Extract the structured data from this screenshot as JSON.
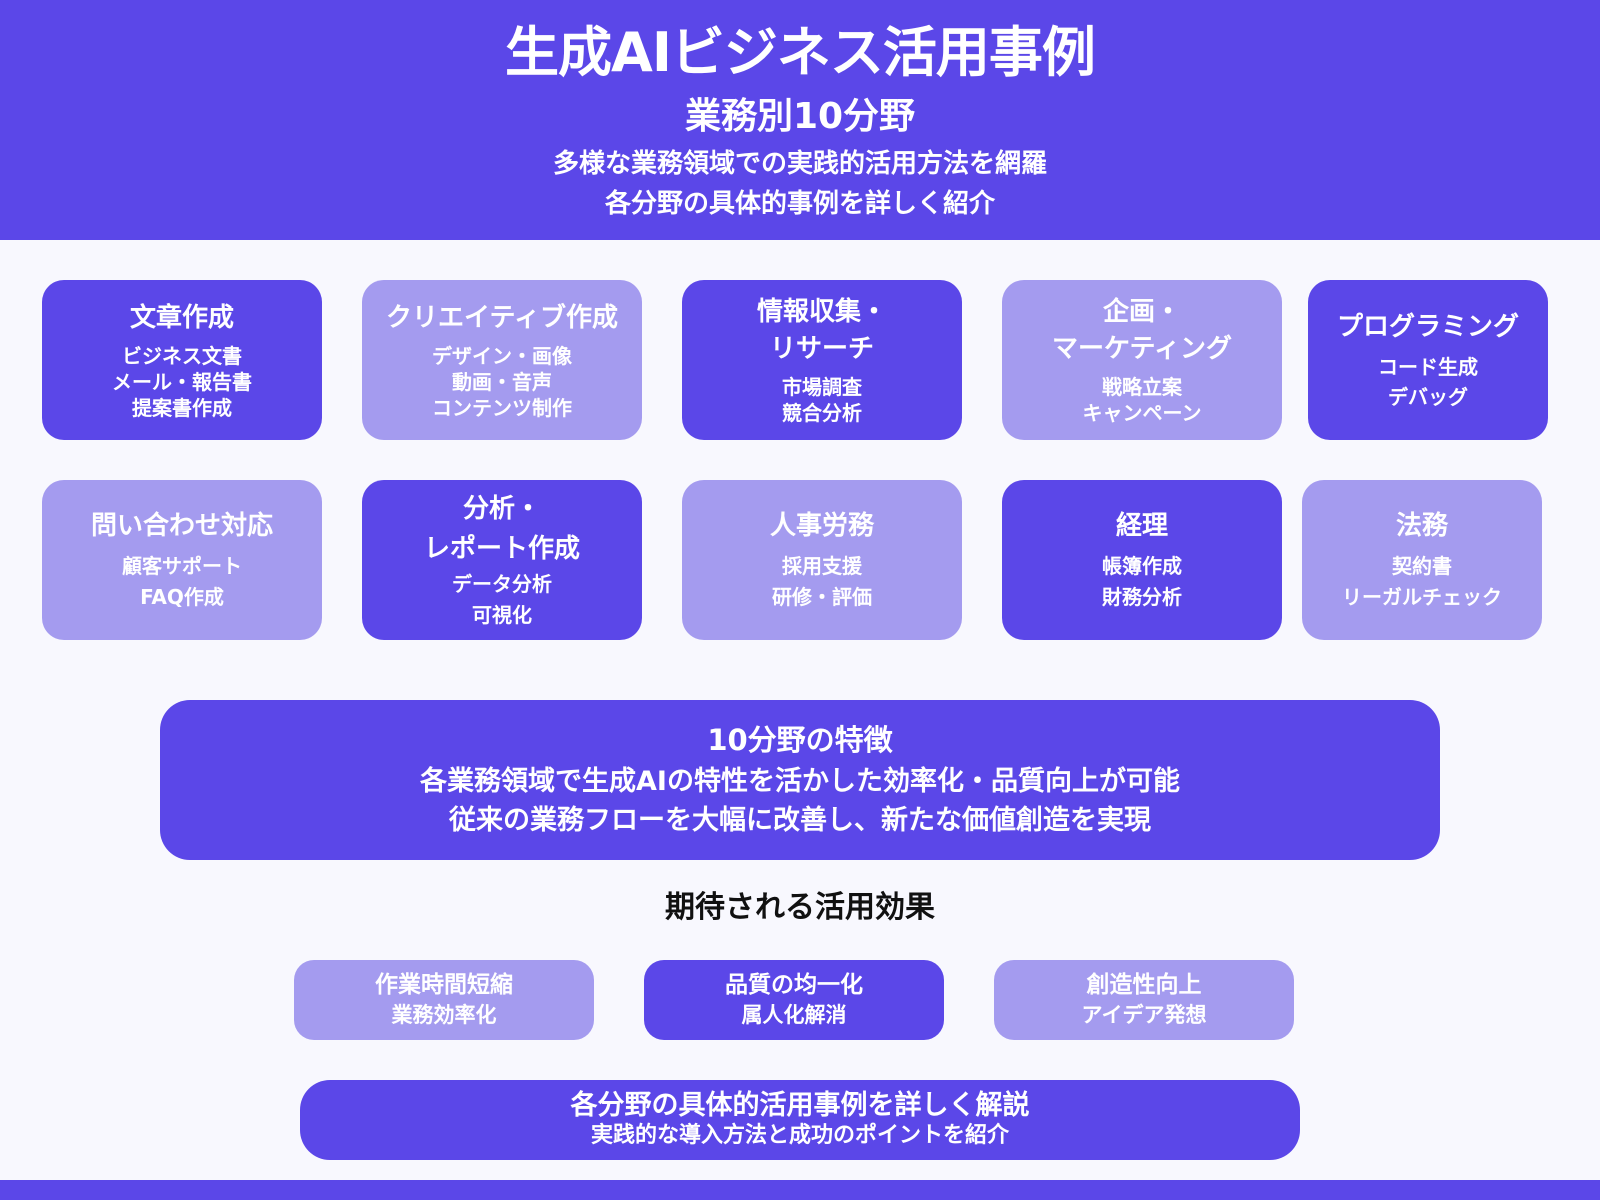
{
  "header": {
    "title": "生成AIビジネス活用事例",
    "subtitle": "業務別10分野",
    "description_line1": "多様な業務領域での実践的活用方法を網羅",
    "description_line2": "各分野の具体的事例を詳しく紹介"
  },
  "categories": [
    {
      "title": "文章作成",
      "items": "ビジネス文書\nメール・報告書\n提案書作成",
      "style": "dark"
    },
    {
      "title": "クリエイティブ作成",
      "items": "デザイン・画像\n動画・音声\nコンテンツ制作",
      "style": "light"
    },
    {
      "title": "情報収集・\nリサーチ",
      "items": "市場調査\n競合分析",
      "style": "dark"
    },
    {
      "title": "企画・\nマーケティング",
      "items": "戦略立案\nキャンペーン",
      "style": "light"
    },
    {
      "title": "プログラミング",
      "items": "コード生成\nデバッグ",
      "style": "dark"
    },
    {
      "title": "問い合わせ対応",
      "items": "顧客サポート\nFAQ作成",
      "style": "light"
    },
    {
      "title": "分析・\nレポート作成",
      "items": "データ分析\n可視化",
      "style": "dark"
    },
    {
      "title": "人事労務",
      "items": "採用支援\n研修・評価",
      "style": "light"
    },
    {
      "title": "経理",
      "items": "帳簿作成\n財務分析",
      "style": "dark"
    },
    {
      "title": "法務",
      "items": "契約書\nリーガルチェック",
      "style": "light"
    }
  ],
  "features": {
    "title": "10分野の特徴",
    "line1": "各業務領域で生成AIの特性を活かした効率化・品質向上が可能",
    "line2": "従来の業務フローを大幅に改善し、新たな価値創造を実現"
  },
  "effects": {
    "title": "期待される活用効果",
    "items": [
      {
        "line1": "作業時間短縮",
        "line2": "業務効率化",
        "style": "light"
      },
      {
        "line1": "品質の均一化",
        "line2": "属人化解消",
        "style": "dark"
      },
      {
        "line1": "創造性向上",
        "line2": "アイデア発想",
        "style": "light"
      }
    ]
  },
  "banner": {
    "line1": "各分野の具体的活用事例を詳しく解説",
    "line2": "実践的な導入方法と成功のポイントを紹介"
  },
  "colors": {
    "primary": "#5b47e8",
    "secondary": "#a49bef",
    "background": "#f8f8fe",
    "heading_text": "#111111"
  }
}
